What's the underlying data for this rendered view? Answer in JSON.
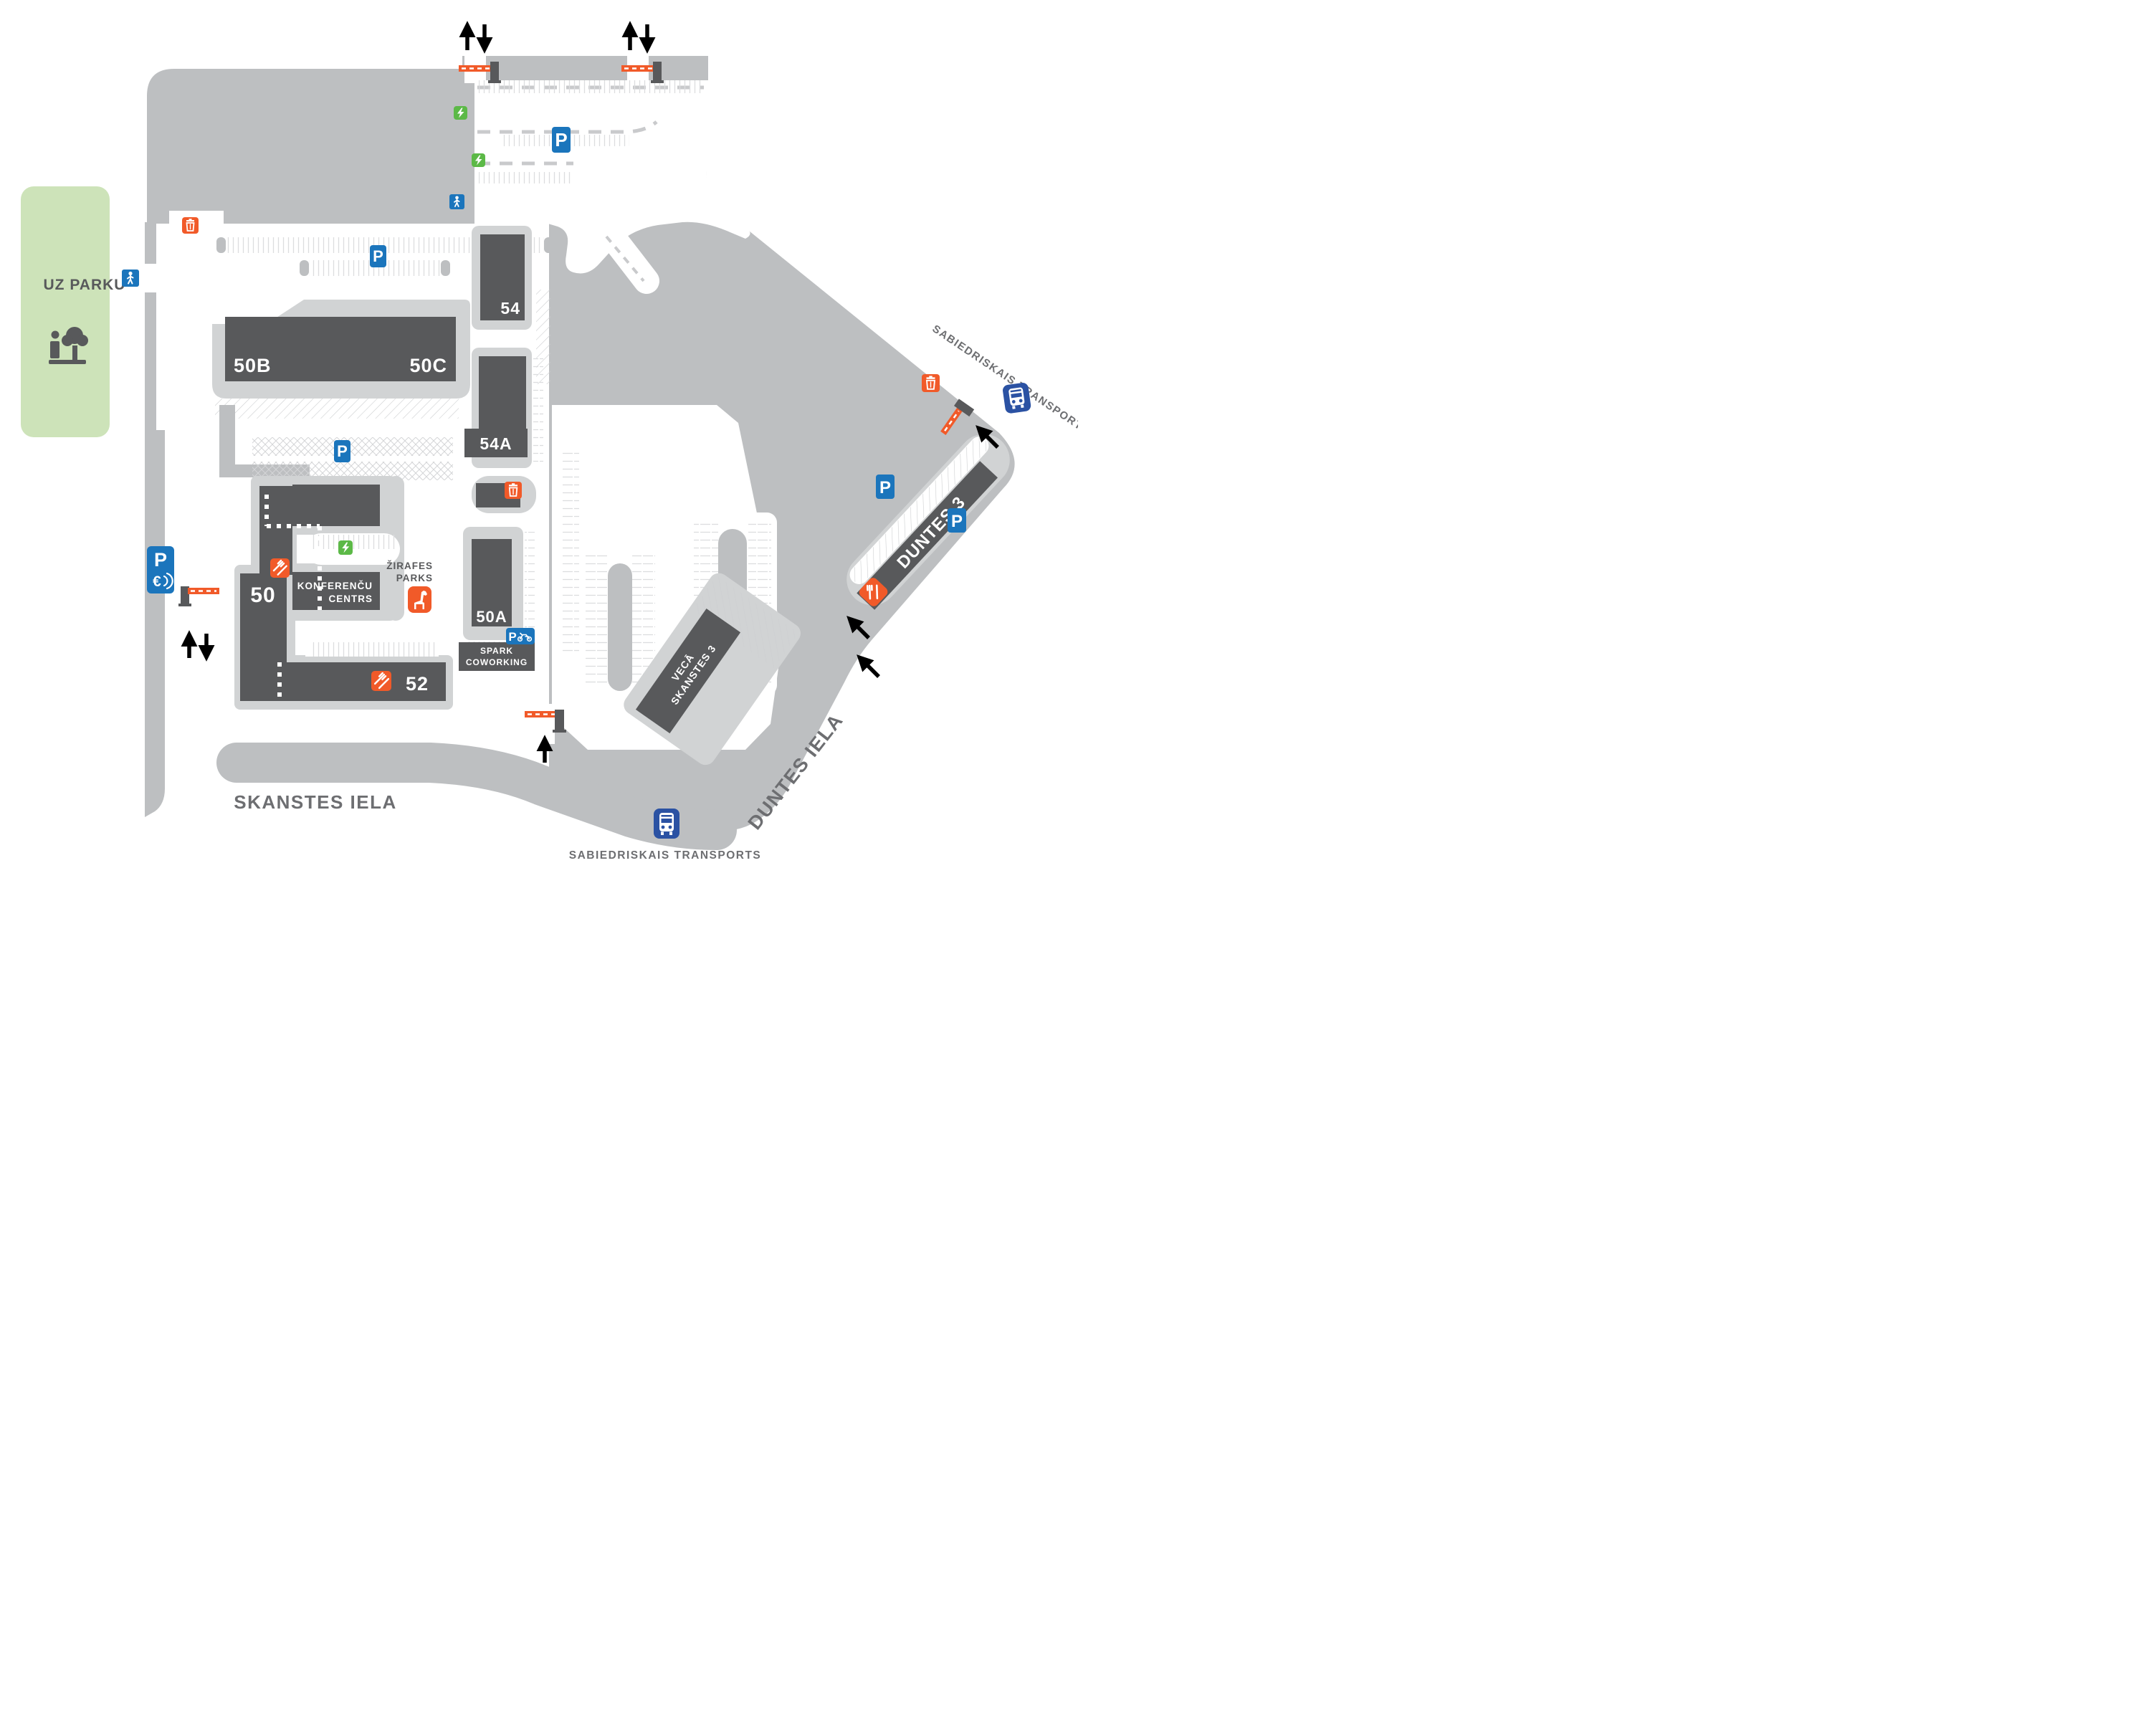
{
  "map": {
    "park": {
      "label": "UZ PARKU"
    },
    "streets": {
      "skanstes": "SKANSTES IELA",
      "duntes": "DUNTES IELA"
    },
    "transit": {
      "top": "SABIEDRISKAIS TRANSPORTS",
      "bottom": "SABIEDRISKAIS TRANSPORTS"
    },
    "buildings": {
      "b50": "50",
      "b50a": "50A",
      "b50b": "50B",
      "b50c": "50C",
      "b52": "52",
      "b54": "54",
      "b54a": "54A",
      "duntes3": "DUNTES 3",
      "veca_line1": "VECĀ",
      "veca_line2": "SKANSTES 3",
      "konferencu_line1": "KONFERENČU",
      "konferencu_line2": "CENTRS",
      "spark_line1": "SPARK",
      "spark_line2": "COWORKING"
    },
    "pois": {
      "zirafes_line1": "ŽIRAFES",
      "zirafes_line2": "PARKS"
    },
    "badges": {
      "p": "P",
      "euro": "€"
    },
    "colors": {
      "road": "#bdbfc1",
      "pad": "#d1d3d4",
      "building": "#58595b",
      "park_green": "#cde3b9",
      "blue": "#1b75bc",
      "bus_blue": "#2b52a3",
      "orange": "#f15a29",
      "ev_green": "#5cb947",
      "street_text": "#6d6e71"
    },
    "icons": [
      "parking-icon",
      "paid-parking-icon",
      "moto-parking-icon",
      "ev-charging-icon",
      "trash-icon",
      "restaurant-icon",
      "giraffe-icon",
      "bus-icon",
      "pedestrian-icon",
      "barrier-icon",
      "park-tree-icon",
      "direction-arrow-icon"
    ]
  }
}
